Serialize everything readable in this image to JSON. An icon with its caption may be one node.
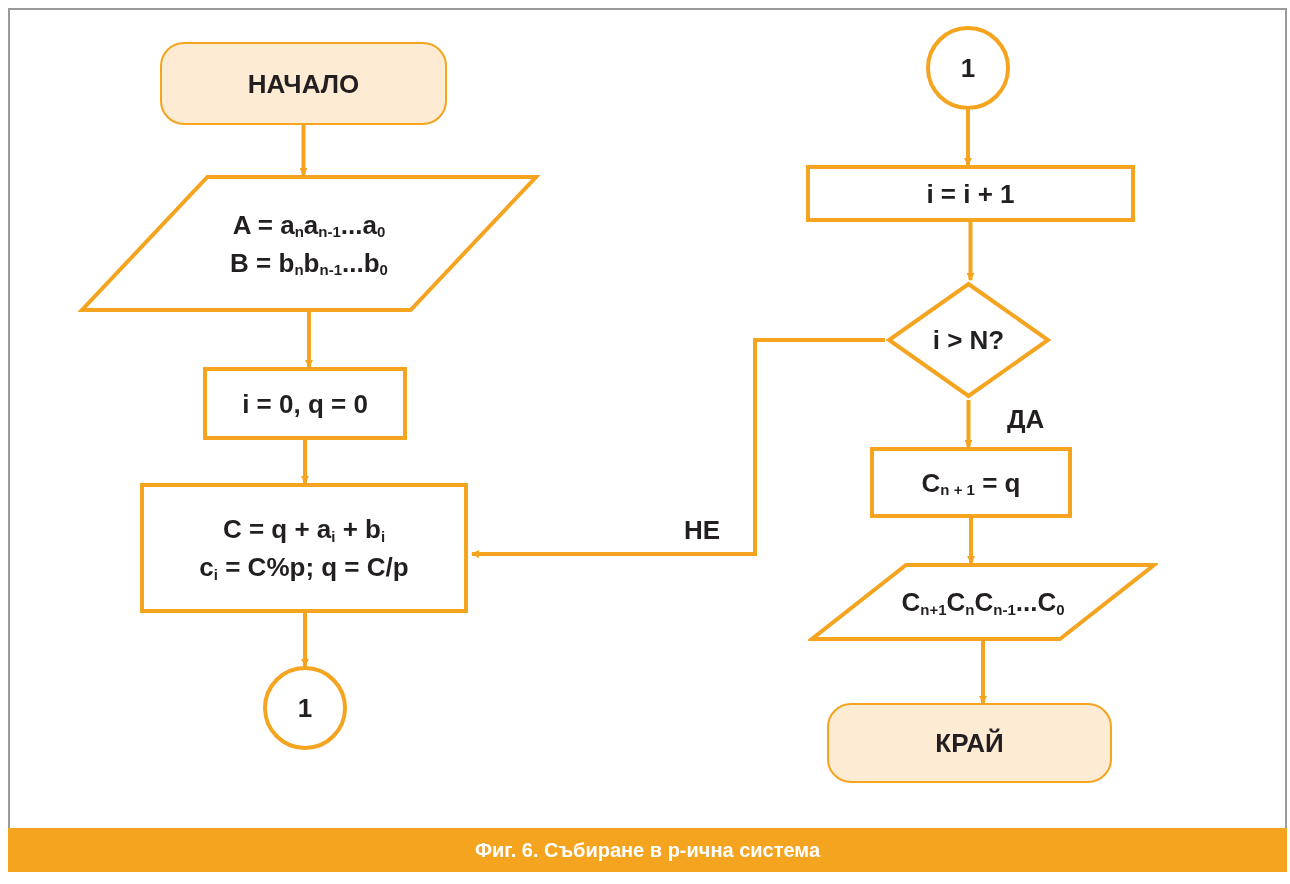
{
  "diagram": {
    "caption": "Фиг. 6. Събиране в p-ична система",
    "nodes": [
      {
        "text": [
          "НАЧАЛО"
        ]
      },
      {
        "text": [
          "A = a$_{n}$a$_{n-1}$...a$_{0}$",
          "B = b$_{n}$b$_{n-1}$...b$_{0}$"
        ]
      },
      {
        "text": [
          "i = 0, q = 0"
        ]
      },
      {
        "text": [
          "C = q + a$_{i}$ + b$_{i}$",
          "c$_{i}$ = C%p; q = C/p"
        ]
      },
      {
        "text": [
          "1"
        ]
      },
      {
        "text": [
          "1"
        ]
      },
      {
        "text": [
          "i = i + 1"
        ]
      },
      {
        "text": [
          "i > N?"
        ]
      },
      {
        "text": [
          "C$_{n + 1}$ = q"
        ]
      },
      {
        "text": [
          "C$_{n+1}$C$_{n}$C$_{n-1}$...C$_{0}$"
        ]
      },
      {
        "text": [
          "КРАЙ"
        ]
      }
    ],
    "edges": [
      {
        "from": 0,
        "to": 1,
        "arrow": "to"
      },
      {
        "from": 1,
        "to": 2,
        "arrow": "to"
      },
      {
        "from": 2,
        "to": 3,
        "arrow": "to"
      },
      {
        "from": 3,
        "to": 4,
        "arrow": "to"
      },
      {
        "from": 5,
        "to": 6,
        "arrow": "to"
      },
      {
        "from": 6,
        "to": 7,
        "arrow": "to"
      },
      {
        "from": 7,
        "to": 8,
        "arrow": "to",
        "label": "ДА"
      },
      {
        "from": 7,
        "to": 3,
        "arrow": "to",
        "label": "НЕ"
      },
      {
        "from": 8,
        "to": 9,
        "arrow": "to"
      },
      {
        "from": 9,
        "to": 10,
        "arrow": "to"
      }
    ]
  }
}
